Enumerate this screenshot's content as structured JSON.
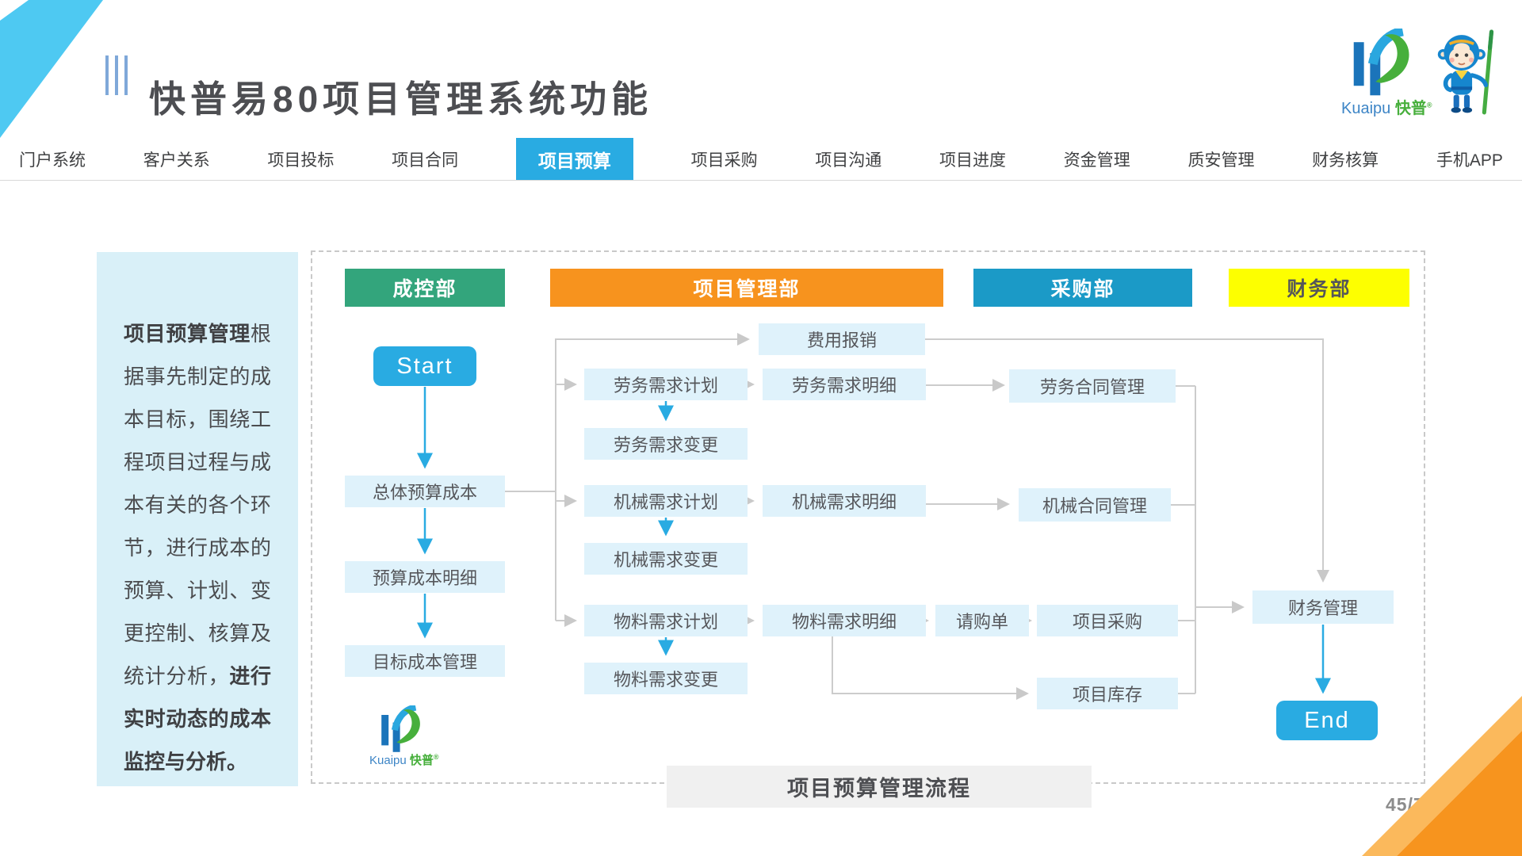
{
  "header": {
    "title": "快普易80项目管理系统功能",
    "logo": {
      "brand_en": "Kuaipu",
      "brand_cn": "快普",
      "registered": "®"
    }
  },
  "nav": {
    "items": [
      {
        "label": "门户系统",
        "active": false
      },
      {
        "label": "客户关系",
        "active": false
      },
      {
        "label": "项目投标",
        "active": false
      },
      {
        "label": "项目合同",
        "active": false
      },
      {
        "label": "项目预算",
        "active": true
      },
      {
        "label": "项目采购",
        "active": false
      },
      {
        "label": "项目沟通",
        "active": false
      },
      {
        "label": "项目进度",
        "active": false
      },
      {
        "label": "资金管理",
        "active": false
      },
      {
        "label": "质安管理",
        "active": false
      },
      {
        "label": "财务核算",
        "active": false
      },
      {
        "label": "手机APP",
        "active": false
      }
    ]
  },
  "sidebar": {
    "lead_bold": "项目预算管理",
    "body_text": "根据事先制定的成本目标，围绕工程项目过程与成本有关的各个环节，进行成本的预算、计划、变更控制、核算及统计分析，",
    "tail_bold": "进行实时动态的成本监控与分析。"
  },
  "flowchart": {
    "departments": [
      {
        "label": "成控部",
        "color": "#33a57c"
      },
      {
        "label": "项目管理部",
        "color": "#f7931e"
      },
      {
        "label": "采购部",
        "color": "#1b9ac7"
      },
      {
        "label": "财务部",
        "color": "#fdff00"
      }
    ],
    "nodes": {
      "start": "Start",
      "overall_budget": "总体预算成本",
      "budget_detail": "预算成本明细",
      "target_cost": "目标成本管理",
      "expense": "费用报销",
      "labor_plan": "劳务需求计划",
      "labor_detail": "劳务需求明细",
      "labor_contract": "劳务合同管理",
      "labor_change": "劳务需求变更",
      "machine_plan": "机械需求计划",
      "machine_detail": "机械需求明细",
      "machine_contract": "机械合同管理",
      "machine_change": "机械需求变更",
      "material_plan": "物料需求计划",
      "material_detail": "物料需求明细",
      "purchase_request": "请购单",
      "project_purchase": "项目采购",
      "material_change": "物料需求变更",
      "project_stock": "项目库存",
      "finance_mgmt": "财务管理",
      "end": "End"
    },
    "caption": "项目预算管理流程"
  },
  "footer": {
    "page": "45/71"
  },
  "colors": {
    "accent_blue": "#29abe2",
    "node_fill": "#dff2fb",
    "connector_gray": "#c9c9c9",
    "dept_green": "#33a57c",
    "dept_orange": "#f7931e",
    "dept_teal": "#1b9ac7",
    "dept_yellow": "#fdff00",
    "corner_blue": "#4ec9f2",
    "corner_orange": "#f7941e"
  }
}
